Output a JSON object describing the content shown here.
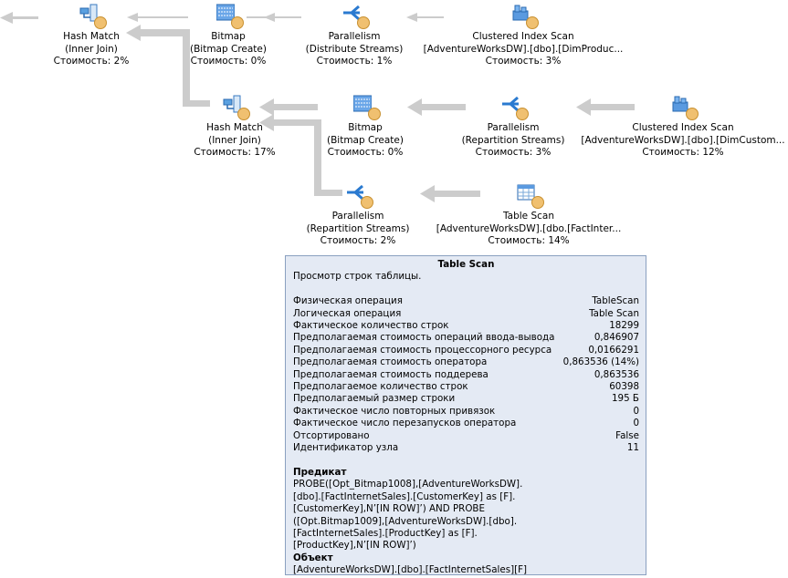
{
  "nodes": [
    {
      "name": "Hash Match",
      "sub": "(Inner Join)",
      "cost": "Стоимость: 2%",
      "icon": "hash-match-icon"
    },
    {
      "name": "Bitmap",
      "sub": "(Bitmap Create)",
      "cost": "Стоимость: 0%",
      "icon": "bitmap-icon"
    },
    {
      "name": "Parallelism",
      "sub": "(Distribute Streams)",
      "cost": "Стоимость: 1%",
      "icon": "parallelism-icon"
    },
    {
      "name": "Clustered Index Scan",
      "sub": "[AdventureWorksDW].[dbo].[DimProduc...",
      "cost": "Стоимость: 3%",
      "icon": "clustered-index-scan-icon"
    },
    {
      "name": "Hash Match",
      "sub": "(Inner Join)",
      "cost": "Стоимость: 17%",
      "icon": "hash-match-icon"
    },
    {
      "name": "Bitmap",
      "sub": "(Bitmap Create)",
      "cost": "Стоимость: 0%",
      "icon": "bitmap-icon"
    },
    {
      "name": "Parallelism",
      "sub": "(Repartition Streams)",
      "cost": "Стоимость: 3%",
      "icon": "parallelism-icon"
    },
    {
      "name": "Clustered Index Scan",
      "sub": "[AdventureWorksDW].[dbo].[DimCustom...",
      "cost": "Стоимость: 12%",
      "icon": "clustered-index-scan-icon"
    },
    {
      "name": "Parallelism",
      "sub": "(Repartition Streams)",
      "cost": "Стоимость: 2%",
      "icon": "parallelism-icon"
    },
    {
      "name": "Table Scan",
      "sub": "[AdventureWorksDW].[dbo.[FactInter...",
      "cost": "Стоимость: 14%",
      "icon": "table-scan-icon"
    }
  ],
  "tooltip": {
    "title": "Table Scan",
    "description": "Просмотр строк таблицы.",
    "rows": [
      {
        "label": "Физическая операция",
        "value": "TableScan"
      },
      {
        "label": "Логическая операция",
        "value": "Table Scan"
      },
      {
        "label": "Фактическое количество строк",
        "value": "18299"
      },
      {
        "label": "Предполагаемая стоимость операций ввода-вывода",
        "value": "0,846907"
      },
      {
        "label": "Предполагаемая стоимость процессорного ресурса",
        "value": "0,0166291"
      },
      {
        "label": "Предполагаемая стоимость оператора",
        "value": "0,863536 (14%)"
      },
      {
        "label": "Предполагаемая стоимость поддерева",
        "value": "0,863536"
      },
      {
        "label": "Предполагаемое количество строк",
        "value": "60398"
      },
      {
        "label": "Предполагаемый размер строки",
        "value": "195 Б"
      },
      {
        "label": "Фактическое число повторных привязок",
        "value": "0"
      },
      {
        "label": "Фактическое число перезапусков оператора",
        "value": "0"
      },
      {
        "label": "Отсортировано",
        "value": "False"
      },
      {
        "label": "Идентификатор узла",
        "value": "11"
      }
    ],
    "predicate_label": "Предикат",
    "predicate_lines": [
      "PROBE([Opt_Bitmap1008],[AdventureWorksDW].",
      "[dbo].[FactInternetSales].[CustomerKey] as [F].",
      "[CustomerKey],N’[IN ROW]’) AND PROBE",
      "([Opt.Bitmap1009],[AdventureWorksDW].[dbo].",
      "[FactInternetSales].[ProductKey] as [F].",
      "[ProductKey],N’[IN ROW]’)"
    ],
    "object_label": "Объект",
    "object_value": "[AdventureWorksDW].[dbo].[FactInternetSales][F]"
  }
}
